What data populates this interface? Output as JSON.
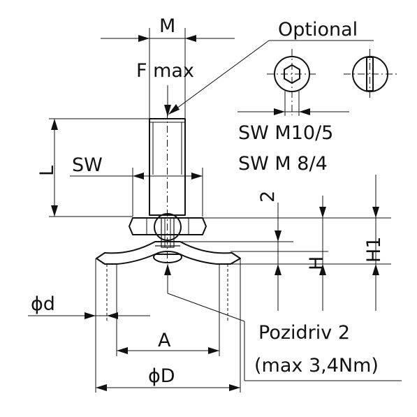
{
  "labels": {
    "optional": "Optional",
    "m": "M",
    "f_max": "F max",
    "sw_m10": "SW M10/5",
    "sw_m8": "SW M 8/4",
    "l": "L",
    "sw": "SW",
    "two": "2",
    "h": "H",
    "h1": "H1",
    "d_small": "ϕd",
    "a": "A",
    "d_large": "ϕD",
    "pozidriv": "Pozidriv 2",
    "torque": "(max 3,4Nm)"
  },
  "icons": {
    "hex_socket": "hex-socket-icon",
    "slot": "slotted-head-icon"
  }
}
